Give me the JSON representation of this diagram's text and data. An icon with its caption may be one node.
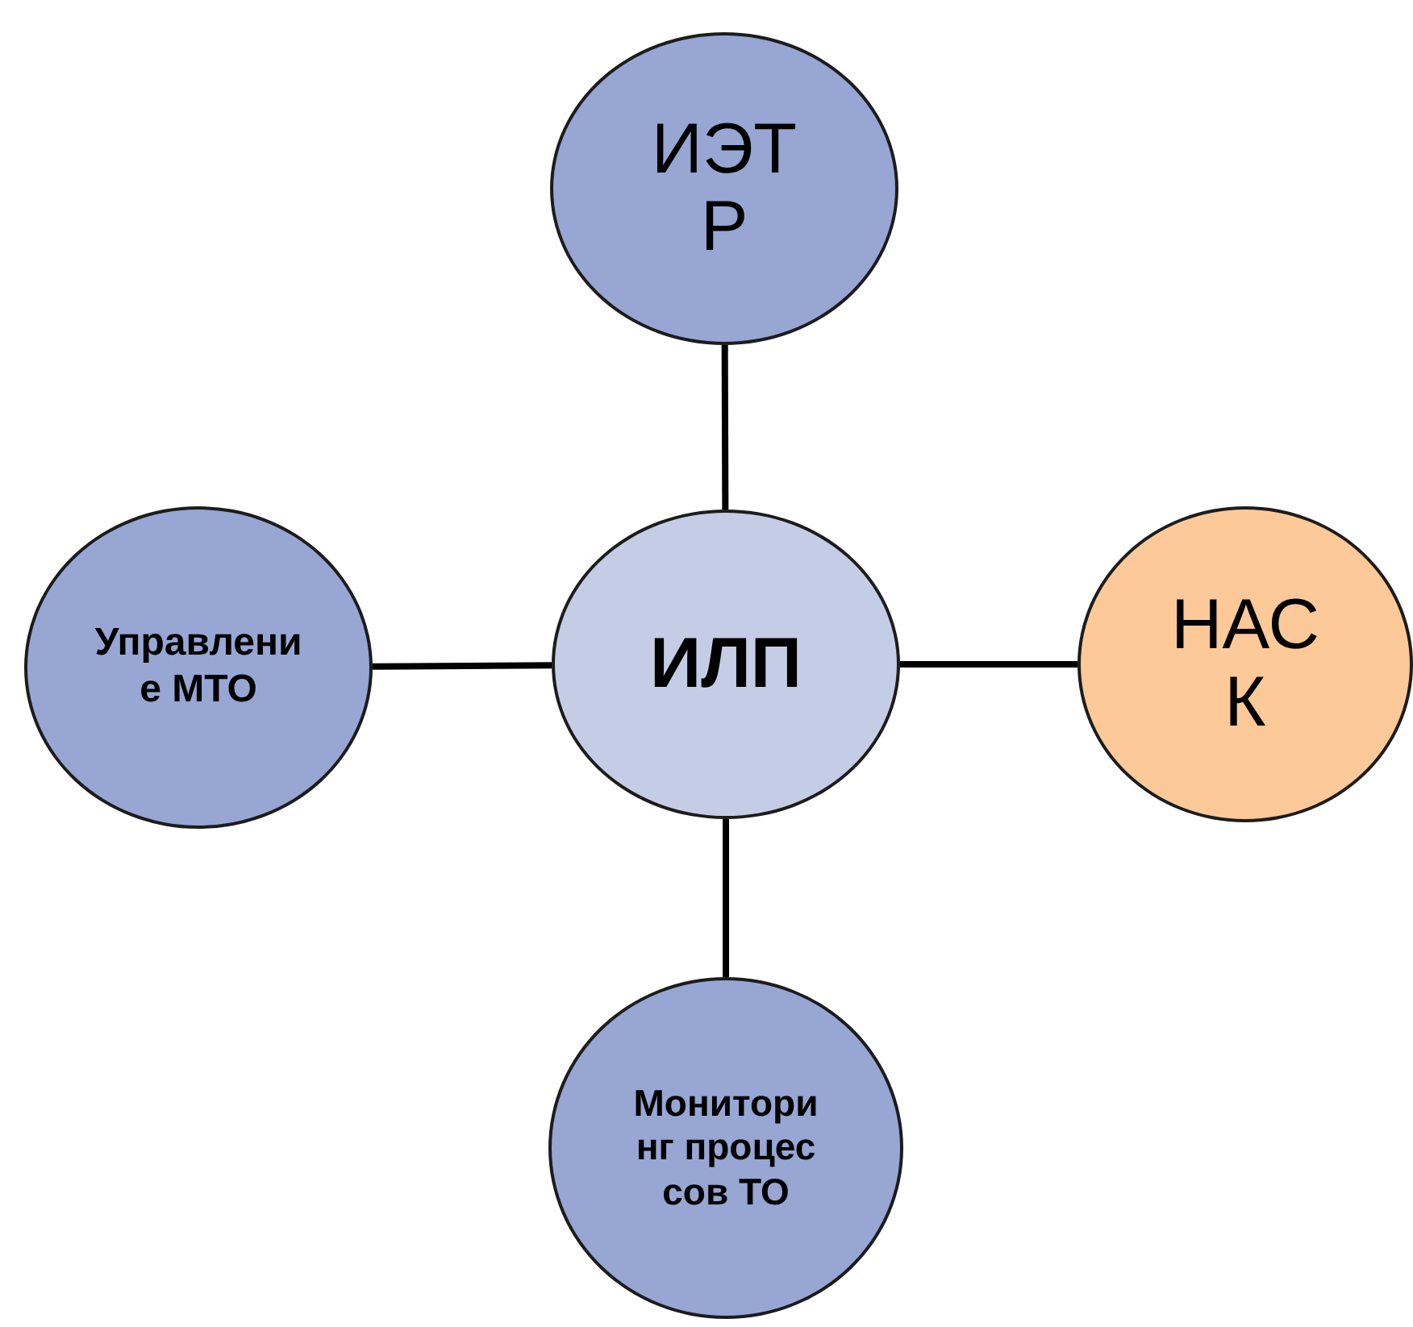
{
  "diagram": {
    "nodes": [
      {
        "text": [
          "ИЭТР"
        ]
      },
      {
        "text": [
          "Управление МТО"
        ]
      },
      {
        "text": [
          "ИЛП"
        ]
      },
      {
        "text": [
          "НАСК"
        ]
      },
      {
        "text": [
          "Мониторинг процессов ТО"
        ]
      }
    ],
    "edges": [
      {
        "from": 2,
        "to": 0,
        "arrow": "none"
      },
      {
        "from": 2,
        "to": 1,
        "arrow": "none"
      },
      {
        "from": 2,
        "to": 3,
        "arrow": "none"
      },
      {
        "from": 2,
        "to": 4,
        "arrow": "none"
      }
    ]
  }
}
